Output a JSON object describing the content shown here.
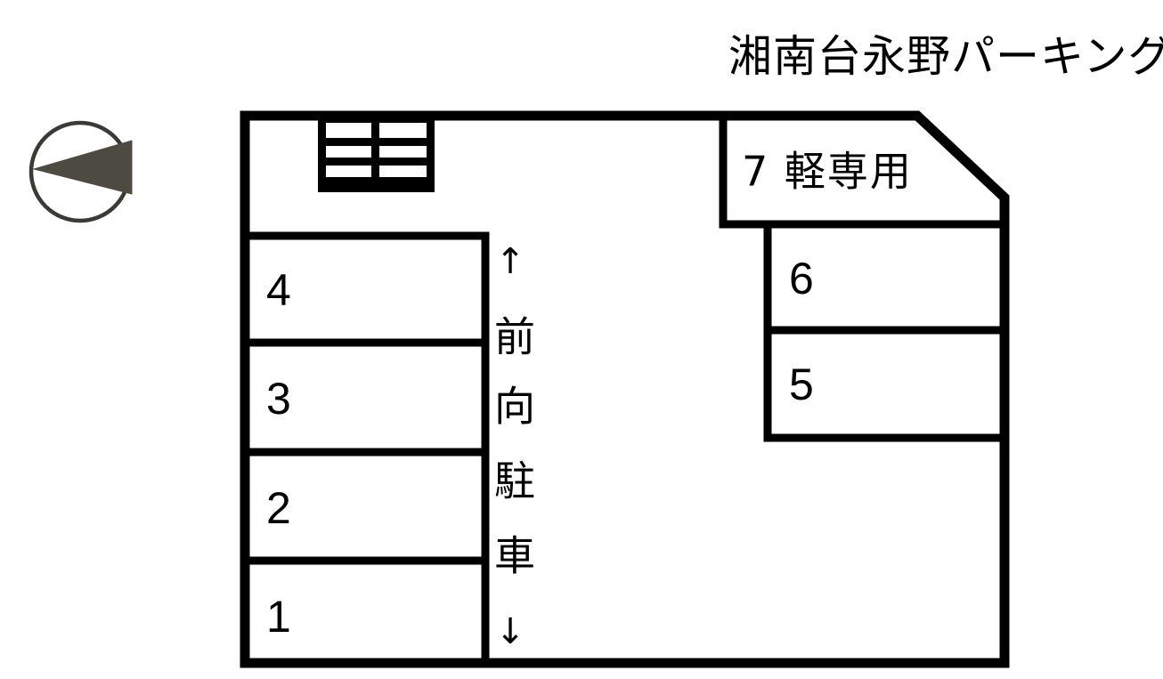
{
  "title": {
    "text": "湘南台永野パーキング"
  },
  "compass": {
    "icon": "compass-direction-icon",
    "direction": "west-pointing-arrow",
    "ring_color": "#3b3a36",
    "needle_color": "#4d4a41"
  },
  "legend": {
    "stairs_icon": "stairs-icon"
  },
  "stalls": [
    {
      "id": "stall-4",
      "label": "4"
    },
    {
      "id": "stall-3",
      "label": "3"
    },
    {
      "id": "stall-2",
      "label": "2"
    },
    {
      "id": "stall-1",
      "label": "1"
    },
    {
      "id": "stall-6",
      "label": "6"
    },
    {
      "id": "stall-5",
      "label": "5"
    },
    {
      "id": "stall-7",
      "label": "7 軽専用"
    }
  ],
  "driveway_notice": {
    "arrow_up": "↑",
    "characters": [
      "前",
      "向",
      "駐",
      "車"
    ],
    "arrow_down": "↓",
    "full_text": "↑前向駐車↓"
  },
  "colors": {
    "wall": "#000000",
    "background": "#ffffff"
  }
}
